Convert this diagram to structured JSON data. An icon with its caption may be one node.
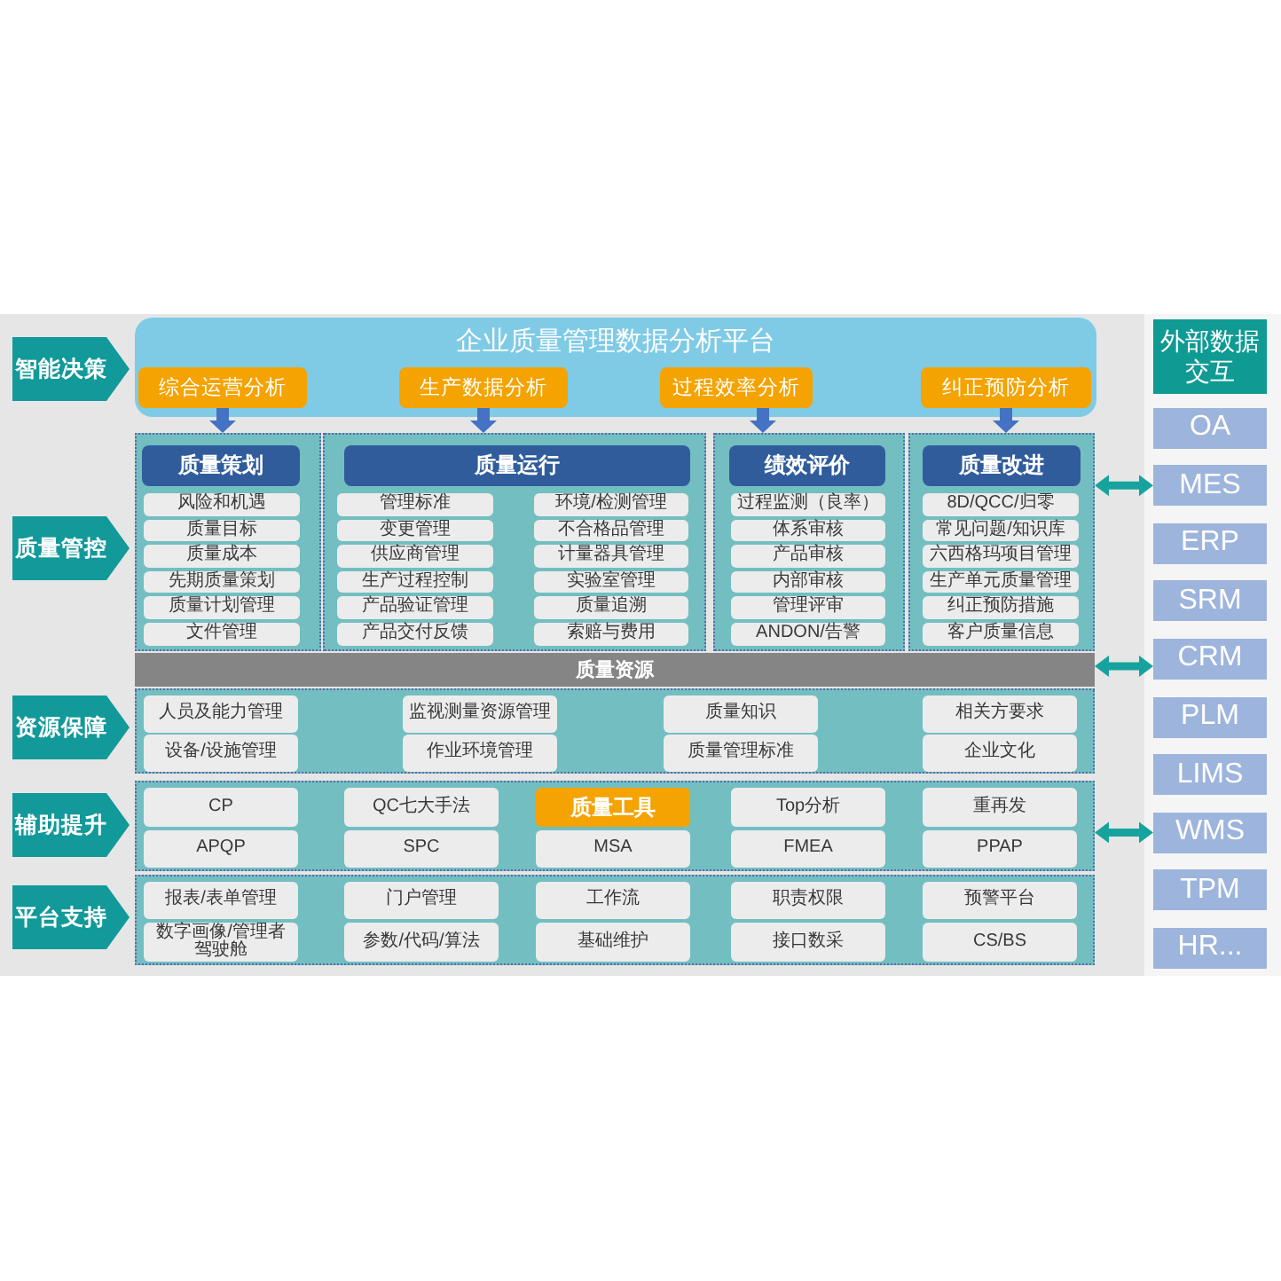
{
  "diagram": {
    "nodes": [
      {
        "text": [
          "智能决策"
        ]
      },
      {
        "text": [
          "企业质量管理数据分析平台"
        ]
      },
      {
        "text": [
          "综合运营分析"
        ],
        "in": 1
      },
      {
        "text": [
          "生产数据分析"
        ],
        "in": 1
      },
      {
        "text": [
          "过程效率分析"
        ],
        "in": 1
      },
      {
        "text": [
          "纠正预防分析"
        ],
        "in": 1
      },
      {
        "text": [
          "质量管控"
        ]
      },
      {
        "text": [],
        "shape": "box"
      },
      {
        "text": [
          "质量策划"
        ],
        "in": 7
      },
      {
        "text": [
          "风险和机遇"
        ],
        "in": 7
      },
      {
        "text": [
          "质量目标"
        ],
        "in": 7
      },
      {
        "text": [
          "质量成本"
        ],
        "in": 7
      },
      {
        "text": [
          "先期质量策划"
        ],
        "in": 7
      },
      {
        "text": [
          "质量计划管理"
        ],
        "in": 7
      },
      {
        "text": [
          "文件管理"
        ],
        "in": 7
      },
      {
        "text": [],
        "shape": "box"
      },
      {
        "text": [
          "质量运行"
        ],
        "in": 15
      },
      {
        "text": [
          "管理标准"
        ],
        "in": 15
      },
      {
        "text": [
          "环境/检测管理"
        ],
        "in": 15
      },
      {
        "text": [
          "变更管理"
        ],
        "in": 15
      },
      {
        "text": [
          "不合格品管理"
        ],
        "in": 15
      },
      {
        "text": [
          "供应商管理"
        ],
        "in": 15
      },
      {
        "text": [
          "计量器具管理"
        ],
        "in": 15
      },
      {
        "text": [
          "生产过程控制"
        ],
        "in": 15
      },
      {
        "text": [
          "实验室管理"
        ],
        "in": 15
      },
      {
        "text": [
          "产品验证管理"
        ],
        "in": 15
      },
      {
        "text": [
          "质量追溯"
        ],
        "in": 15
      },
      {
        "text": [
          "产品交付反馈"
        ],
        "in": 15
      },
      {
        "text": [
          "索赔与费用"
        ],
        "in": 15
      },
      {
        "text": [],
        "shape": "box"
      },
      {
        "text": [
          "绩效评价"
        ],
        "in": 29
      },
      {
        "text": [
          "过程监测（良率）"
        ],
        "in": 29
      },
      {
        "text": [
          "体系审核"
        ],
        "in": 29
      },
      {
        "text": [
          "产品审核"
        ],
        "in": 29
      },
      {
        "text": [
          "内部审核"
        ],
        "in": 29
      },
      {
        "text": [
          "管理评审"
        ],
        "in": 29
      },
      {
        "text": [
          "ANDON/告警"
        ],
        "in": 29
      },
      {
        "text": [],
        "shape": "box"
      },
      {
        "text": [
          "质量改进"
        ],
        "in": 37
      },
      {
        "text": [
          "8D/QCC/归零"
        ],
        "in": 37
      },
      {
        "text": [
          "常见问题/知识库"
        ],
        "in": 37
      },
      {
        "text": [
          "六西格玛项目管理"
        ],
        "in": 37
      },
      {
        "text": [
          "生产单元质量管理"
        ],
        "in": 37
      },
      {
        "text": [
          "纠正预防措施"
        ],
        "in": 37
      },
      {
        "text": [
          "客户质量信息"
        ],
        "in": 37
      },
      {
        "text": [
          "质量资源"
        ]
      },
      {
        "text": [
          "资源保障"
        ]
      },
      {
        "text": [],
        "shape": "box"
      },
      {
        "text": [
          "人员及能力管理"
        ],
        "in": 47
      },
      {
        "text": [
          "监视测量资源管理"
        ],
        "in": 47
      },
      {
        "text": [
          "质量知识"
        ],
        "in": 47
      },
      {
        "text": [
          "相关方要求"
        ],
        "in": 47
      },
      {
        "text": [
          "设备/设施管理"
        ],
        "in": 47
      },
      {
        "text": [
          "作业环境管理"
        ],
        "in": 47
      },
      {
        "text": [
          "质量管理标准"
        ],
        "in": 47
      },
      {
        "text": [
          "企业文化"
        ],
        "in": 47
      },
      {
        "text": [
          "辅助提升"
        ]
      },
      {
        "text": [],
        "shape": "box"
      },
      {
        "text": [
          "CP"
        ],
        "in": 57
      },
      {
        "text": [
          "QC七大手法"
        ],
        "in": 57
      },
      {
        "text": [
          "质量工具"
        ],
        "in": 57
      },
      {
        "text": [
          "Top分析"
        ],
        "in": 57
      },
      {
        "text": [
          "重再发"
        ],
        "in": 57
      },
      {
        "text": [
          "APQP"
        ],
        "in": 57
      },
      {
        "text": [
          "SPC"
        ],
        "in": 57
      },
      {
        "text": [
          "MSA"
        ],
        "in": 57
      },
      {
        "text": [
          "FMEA"
        ],
        "in": 57
      },
      {
        "text": [
          "PPAP"
        ],
        "in": 57
      },
      {
        "text": [
          "平台支持"
        ]
      },
      {
        "text": [],
        "shape": "box"
      },
      {
        "text": [
          "报表/表单管理"
        ],
        "in": 69
      },
      {
        "text": [
          "门户管理"
        ],
        "in": 69
      },
      {
        "text": [
          "工作流"
        ],
        "in": 69
      },
      {
        "text": [
          "职责权限"
        ],
        "in": 69
      },
      {
        "text": [
          "预警平台"
        ],
        "in": 69
      },
      {
        "text": [
          "数字画像/管理者驾驶舱"
        ],
        "in": 69
      },
      {
        "text": [
          "参数/代码/算法"
        ],
        "in": 69
      },
      {
        "text": [
          "基础维护"
        ],
        "in": 69
      },
      {
        "text": [
          "接口数采"
        ],
        "in": 69
      },
      {
        "text": [
          "CS/BS"
        ],
        "in": 69
      },
      {
        "text": [
          "外部数据交互"
        ]
      },
      {
        "text": [
          "OA"
        ]
      },
      {
        "text": [
          "MES"
        ]
      },
      {
        "text": [
          "ERP"
        ]
      },
      {
        "text": [
          "SRM"
        ]
      },
      {
        "text": [
          "CRM"
        ]
      },
      {
        "text": [
          "PLM"
        ]
      },
      {
        "text": [
          "LIMS"
        ]
      },
      {
        "text": [
          "WMS"
        ]
      },
      {
        "text": [
          "TPM"
        ]
      },
      {
        "text": [
          "HR..."
        ]
      }
    ],
    "edges": [
      {
        "from": 2,
        "to": 7,
        "arrow": "to"
      },
      {
        "from": 3,
        "to": 15,
        "arrow": "to"
      },
      {
        "from": 4,
        "to": 29,
        "arrow": "to"
      },
      {
        "from": 5,
        "to": 37,
        "arrow": "to"
      },
      {
        "from": 37,
        "to": 82,
        "arrow": "both",
        "color": "#17a39d"
      },
      {
        "from": 45,
        "to": 85,
        "arrow": "both",
        "color": "#17a39d"
      },
      {
        "from": 57,
        "to": 88,
        "arrow": "both",
        "color": "#17a39d"
      }
    ]
  }
}
